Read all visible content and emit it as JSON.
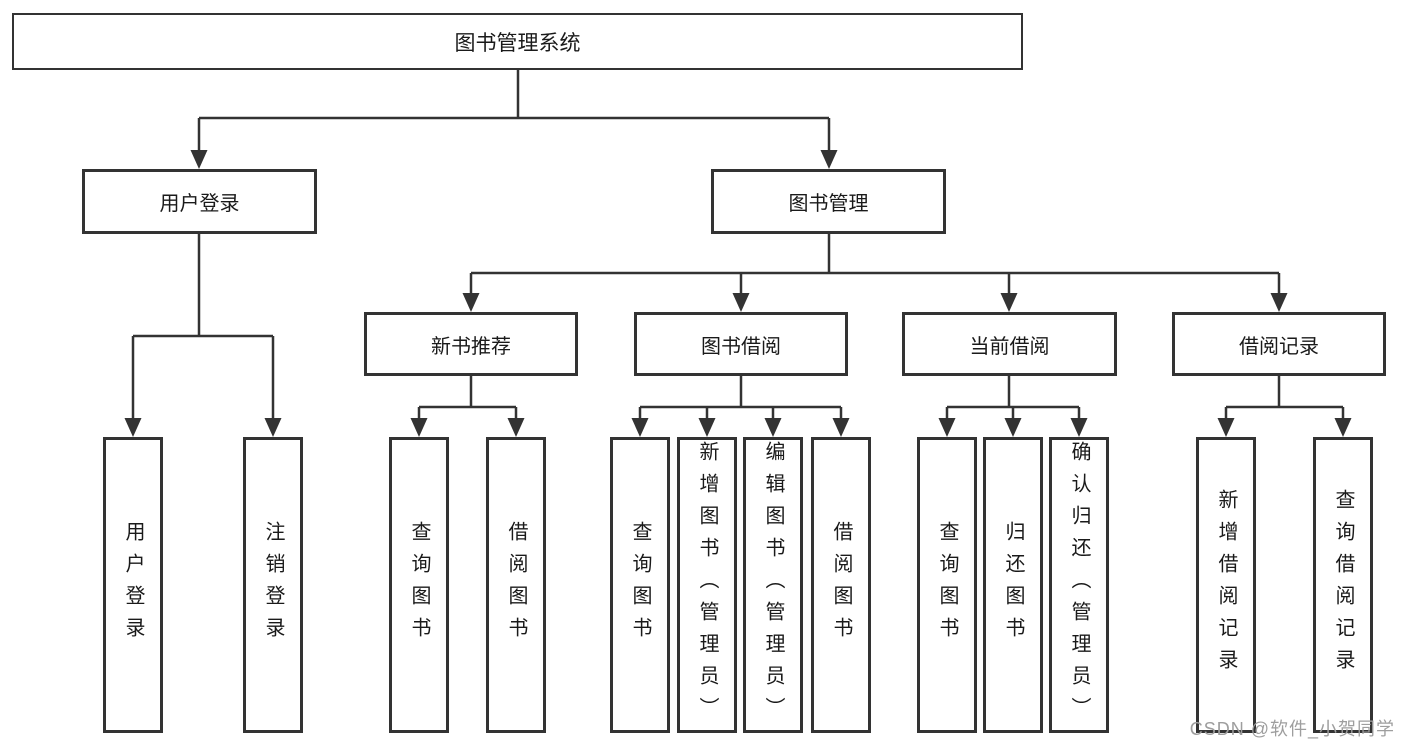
{
  "root": {
    "label": "图书管理系统"
  },
  "branches": [
    {
      "label": "用户登录",
      "children": [
        {
          "label": "用户登录"
        },
        {
          "label": "注销登录"
        }
      ]
    },
    {
      "label": "图书管理",
      "children": [
        {
          "label": "新书推荐",
          "children": [
            {
              "label": "查询图书"
            },
            {
              "label": "借阅图书"
            }
          ]
        },
        {
          "label": "图书借阅",
          "children": [
            {
              "label": "查询图书"
            },
            {
              "label": "新增图书（管理员）"
            },
            {
              "label": "编辑图书（管理员）"
            },
            {
              "label": "借阅图书"
            }
          ]
        },
        {
          "label": "当前借阅",
          "children": [
            {
              "label": "查询图书"
            },
            {
              "label": "归还图书"
            },
            {
              "label": "确认归还（管理员）"
            }
          ]
        },
        {
          "label": "借阅记录",
          "children": [
            {
              "label": "新增借阅记录"
            },
            {
              "label": "查询借阅记录"
            }
          ]
        }
      ]
    }
  ],
  "watermark": "CSDN @软件_小贺同学",
  "colors": {
    "line": "#333333",
    "box_border": "#333333",
    "background": "#ffffff",
    "watermark": "#9e9e9e"
  }
}
